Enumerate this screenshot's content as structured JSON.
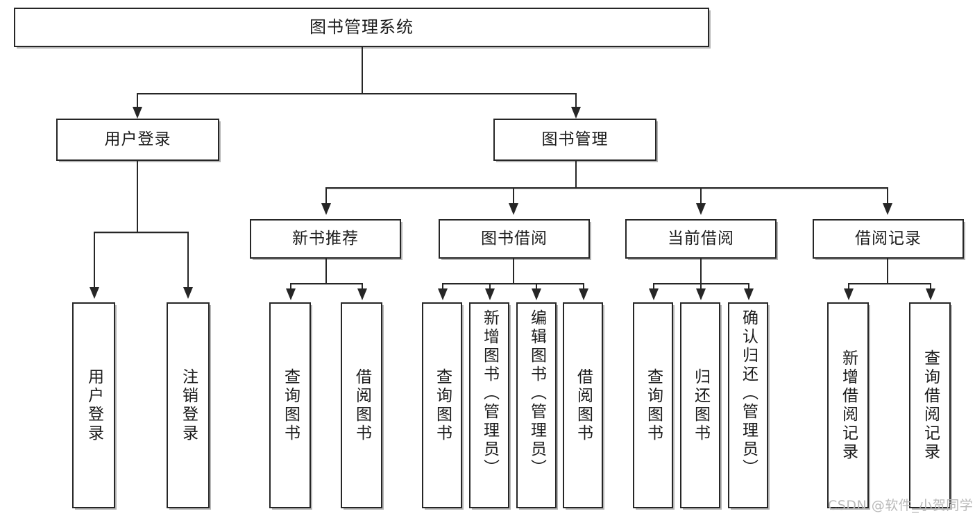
{
  "diagram": {
    "type": "tree",
    "title": "图书管理系统",
    "watermark": "CSDN @软件_小贺同学",
    "colors": {
      "box_border": "#262626",
      "box_fill": "#ffffff",
      "connector": "#262626",
      "text": "#1b1b1b",
      "watermark": "#b9b9b9"
    },
    "root": {
      "label": "图书管理系统"
    },
    "level2": [
      {
        "label": "用户登录"
      },
      {
        "label": "图书管理"
      }
    ],
    "level3": [
      {
        "label": "新书推荐"
      },
      {
        "label": "图书借阅"
      },
      {
        "label": "当前借阅"
      },
      {
        "label": "借阅记录"
      }
    ],
    "leaves": {
      "user_login": [
        {
          "label": "用户登录"
        },
        {
          "label": "注销登录"
        }
      ],
      "new_book": [
        {
          "label": "查询图书"
        },
        {
          "label": "借阅图书"
        }
      ],
      "borrow_book": [
        {
          "label": "查询图书"
        },
        {
          "label": "新增图书（管理员）"
        },
        {
          "label": "编辑图书（管理员）"
        },
        {
          "label": "借阅图书"
        }
      ],
      "current_borrow": [
        {
          "label": "查询图书"
        },
        {
          "label": "归还图书"
        },
        {
          "label": "确认归还（管理员）"
        }
      ],
      "borrow_record": [
        {
          "label": "新增借阅记录"
        },
        {
          "label": "查询借阅记录"
        }
      ]
    }
  }
}
